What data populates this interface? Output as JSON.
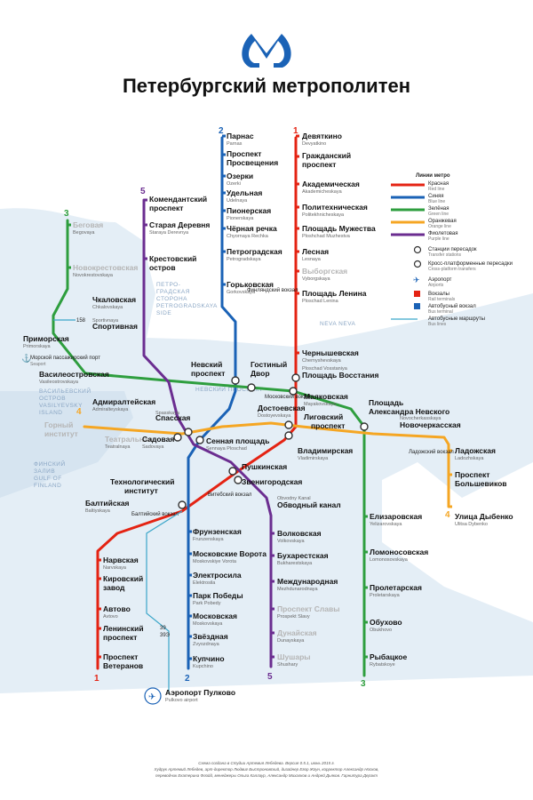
{
  "title": "Петербургский метрополитен",
  "colors": {
    "red": "#e42313",
    "blue": "#1a62b6",
    "green": "#2e9e3e",
    "orange": "#f5a623",
    "purple": "#6b2d90",
    "water": "#dfeaf4"
  },
  "lines": [
    {
      "num": "1",
      "color": "#e42313"
    },
    {
      "num": "2",
      "color": "#1a62b6"
    },
    {
      "num": "3",
      "color": "#2e9e3e"
    },
    {
      "num": "4",
      "color": "#f5a623"
    },
    {
      "num": "5",
      "color": "#6b2d90"
    }
  ],
  "areas": {
    "neva": "NEVA NEVA",
    "petro1": "ПЕТРО-",
    "petro2": "ГРАДСКАЯ",
    "petro3": "СТОРОНА",
    "petro4": "PETROGRADSKAYA",
    "petro5": "SIDE",
    "vas1": "ВАСИЛЬЕВСКИЙ",
    "vas2": "ОСТРОВ",
    "vas3": "VASILYEVSKY",
    "vas4": "ISLAND",
    "gulf1": "ФИНСКИЙ",
    "gulf2": "ЗАЛИВ",
    "gulf3": "GULF OF",
    "gulf4": "FINLAND",
    "nevsky": "НЕВСКИЙ ПРОСПЕКТ"
  },
  "stations": {
    "red": [
      [
        "Девяткино",
        "Devyatkino"
      ],
      [
        "Гражданский",
        "проспект"
      ],
      [
        "Академическая",
        "Akademicheskaya"
      ],
      [
        "Политехническая",
        "Politekhnicheskaya"
      ],
      [
        "Площадь Мужества",
        "Ploshchad Muzhestva"
      ],
      [
        "Лесная",
        "Lesnaya"
      ],
      [
        "Выборгская",
        "Vyborgskaya"
      ],
      [
        "Площадь Ленина",
        "Ploschad Lenina"
      ],
      [
        "Чернышевская",
        "Chernyshevskaya"
      ],
      [
        "Площадь Восстания",
        "Ploschad Vosstaniya"
      ],
      [
        "Владимирская",
        "Vladimirskaya"
      ],
      [
        "Пушкинская",
        "Pushkinskaya"
      ],
      [
        "Технологический",
        "институт"
      ],
      [
        "Балтийская",
        "Baltiyskaya"
      ],
      [
        "Нарвская",
        "Narvskaya"
      ],
      [
        "Кировский",
        "завод"
      ],
      [
        "Автово",
        "Avtovo"
      ],
      [
        "Ленинский",
        "проспект"
      ],
      [
        "Проспект",
        "Ветеранов"
      ]
    ],
    "blue": [
      [
        "Парнас",
        "Parnas"
      ],
      [
        "Проспект",
        "Просвещения"
      ],
      [
        "Озерки",
        "Ozerki"
      ],
      [
        "Удельная",
        "Udelnaya"
      ],
      [
        "Пионерская",
        "Pionerskaya"
      ],
      [
        "Чёрная речка",
        "Chyornaya Rechka"
      ],
      [
        "Петроградская",
        "Petrogradskaya"
      ],
      [
        "Горьковская",
        "Gorkovskaya"
      ],
      [
        "Невский",
        "проспект"
      ],
      [
        "Сенная площадь",
        "Sennaya Ploschad"
      ],
      [
        "Фрунзенская",
        "Frunzenskaya"
      ],
      [
        "Московские Ворота",
        "Moskovskiye Vorota"
      ],
      [
        "Электросила",
        "Elektrosila"
      ],
      [
        "Парк Победы",
        "Park Pobedy"
      ],
      [
        "Московская",
        "Moskovskaya"
      ],
      [
        "Звёздная",
        "Zvyozdnaya"
      ],
      [
        "Купчино",
        "Kupchino"
      ]
    ],
    "green": [
      [
        "Беговая",
        "Begovaya"
      ],
      [
        "Новокрестовская",
        "Novokrestovskaya"
      ],
      [
        "Приморская",
        "Primorskaya"
      ],
      [
        "Василеостровская",
        "Vasileostrovskaya"
      ],
      [
        "Гостиный",
        "Двор"
      ],
      [
        "Маяковская",
        "Mayakovskaya"
      ],
      [
        "Площадь",
        "Александра Невского"
      ],
      [
        "Елизаровская",
        "Yelizarovskaya"
      ],
      [
        "Ломоносовская",
        "Lomonosovskaya"
      ],
      [
        "Пролетарская",
        "Proletarskaya"
      ],
      [
        "Обухово",
        "Obukhovo"
      ],
      [
        "Рыбацкое",
        "Rybatskoye"
      ]
    ],
    "orange": [
      [
        "Горный",
        "институт"
      ],
      [
        "Театральная",
        "Teatralnaya"
      ],
      [
        "Спасская",
        "Spasskaya"
      ],
      [
        "Достоевская",
        "Dostoyevskaya"
      ],
      [
        "Лиговский",
        "проспект"
      ],
      [
        "Новочеркасская",
        "Novocherkasskaya"
      ],
      [
        "Ладожская",
        "Ladozhskaya"
      ],
      [
        "Проспект",
        "Большевиков"
      ],
      [
        "Улица Дыбенко",
        "Ulitsa Dybenko"
      ]
    ],
    "purple": [
      [
        "Комендантский",
        "проспект"
      ],
      [
        "Старая Деревня",
        "Staraya Derevnya"
      ],
      [
        "Крестовский",
        "остров"
      ],
      [
        "Чкаловская",
        "Chkalovskaya"
      ],
      [
        "Спортивная",
        "Sportivnaya"
      ],
      [
        "Адмиралтейская",
        "Admiralteyskaya"
      ],
      [
        "Садовая",
        "Sadovaya"
      ],
      [
        "Звенигородская",
        "Zvenigorodskaya"
      ],
      [
        "Обводный канал",
        "Obvodny Kanal"
      ],
      [
        "Волковская",
        "Volkovskaya"
      ],
      [
        "Бухарестская",
        "Bukharestskaya"
      ],
      [
        "Международная",
        "Mezhdunarodnaya"
      ],
      [
        "Проспект Славы",
        "Prospekt Slavy"
      ],
      [
        "Дунайская",
        "Dunayskaya"
      ],
      [
        "Шушары",
        "Shushary"
      ]
    ]
  },
  "legend": {
    "title": "Линии метро",
    "items": [
      [
        "Красная",
        "Red line"
      ],
      [
        "Синяя",
        "Blue line"
      ],
      [
        "Зелёная",
        "Green line"
      ],
      [
        "Оранжевая",
        "Orange line"
      ],
      [
        "Фиолетовая",
        "Purple line"
      ]
    ],
    "extra": [
      [
        "Станции пересадок",
        "Transfer stations"
      ],
      [
        "Кросс-платформенные пересадки",
        "Cross-platform transfers"
      ],
      [
        "Аэропорт",
        "Airports"
      ],
      [
        "Вокзалы",
        "Rail terminals"
      ],
      [
        "Автобусный вокзал",
        "Bus terminal"
      ],
      [
        "Автобусные маршруты",
        "Bus lines"
      ]
    ]
  },
  "airport": {
    "ru": "Аэропорт Пулково",
    "en": "Pulkovo airport"
  },
  "seaport": {
    "ru": "Морской пассажирский порт",
    "en": "Seaport"
  },
  "rail": {
    "finland": "Финляндский вокзал",
    "moscow": "Московский вокзал",
    "vitebsk": "Витебский вокзал",
    "baltic": "Балтийский вокзал",
    "ladoga": "Ладожский вокзал"
  },
  "bus": {
    "b158": "158",
    "b39": "39",
    "b39e": "39Э"
  },
  "credits": {
    "l1": "Схема создана в Студии Артемия Лебедева. Версия 0.5.1, июнь 2015 г.",
    "l2": "Худрук Артемий Лебедев, арт-директор Людвиг Быстроновский, дизайнер Егор Жгун, корректор Александр Носков,",
    "l3": "переводчик Екатерина Флойд, менеджеры Ольга Каллаур, Александр Михалков и Андрей Дьяков. Гарнитура Дерзкт"
  }
}
